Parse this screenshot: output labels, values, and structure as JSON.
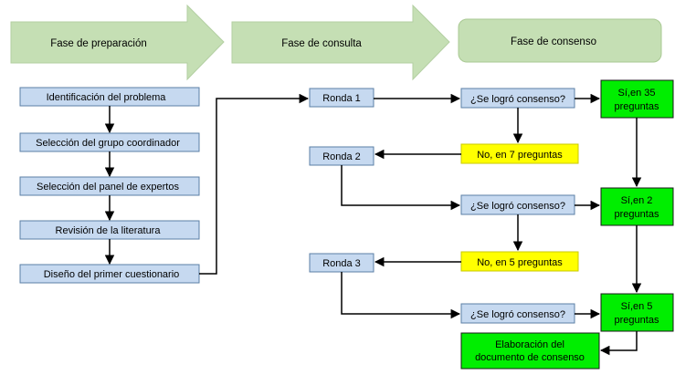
{
  "phases": {
    "preparacion": "Fase  de preparación",
    "consulta": "Fase de consulta",
    "consenso": "Fase de consenso"
  },
  "prep_steps": [
    "Identificación del problema",
    "Selección del grupo coordinador",
    "Selección del panel de expertos",
    "Revisión de la literatura",
    "Diseño del primer cuestionario"
  ],
  "rounds": [
    "Ronda 1",
    "Ronda 2",
    "Ronda 3"
  ],
  "questions": [
    "¿Se logró consenso?",
    "¿Se logró consenso?",
    "¿Se logró consenso?"
  ],
  "no_results": [
    "No, en 7 preguntas",
    "No, en 5 preguntas"
  ],
  "yes_results": [
    [
      "Sí,en 35",
      "preguntas"
    ],
    [
      "Sí,en 2",
      "preguntas"
    ],
    [
      "Sí,en 5",
      "preguntas"
    ]
  ],
  "final": [
    "Elaboración del",
    "documento de consenso"
  ],
  "colors": {
    "phase_fill": "#c5dfb4",
    "step_fill": "#c6d9f0",
    "step_border": "#5b7fa6",
    "no_fill": "#ffff00",
    "yes_fill": "#00ee00",
    "line": "#000000"
  }
}
